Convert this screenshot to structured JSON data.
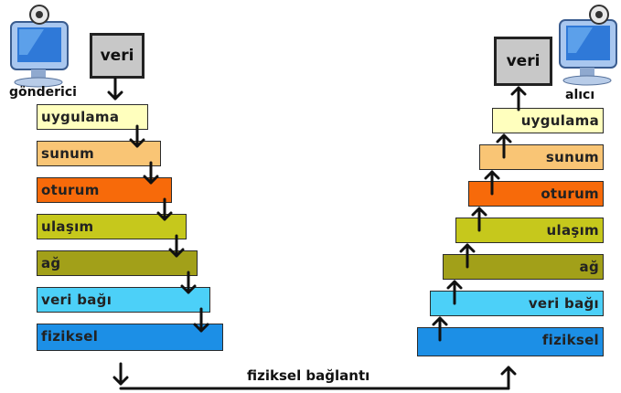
{
  "sender": {
    "label": "gönderici",
    "data_box": "veri",
    "layers": [
      {
        "name": "uygulama",
        "color": "#ffffbe"
      },
      {
        "name": "sunum",
        "color": "#f9c575"
      },
      {
        "name": "oturum",
        "color": "#f76a0a"
      },
      {
        "name": "ulaşım",
        "color": "#c6c81c"
      },
      {
        "name": "ağ",
        "color": "#a2a019"
      },
      {
        "name": "veri bağı",
        "color": "#4cd0f8"
      },
      {
        "name": "fiziksel",
        "color": "#1c8fe6"
      }
    ]
  },
  "receiver": {
    "label": "alıcı",
    "data_box": "veri",
    "layers": [
      {
        "name": "uygulama",
        "color": "#ffffbe"
      },
      {
        "name": "sunum",
        "color": "#f9c575"
      },
      {
        "name": "oturum",
        "color": "#f76a0a"
      },
      {
        "name": "ulaşım",
        "color": "#c6c81c"
      },
      {
        "name": "ağ",
        "color": "#a2a019"
      },
      {
        "name": "veri bağı",
        "color": "#4cd0f8"
      },
      {
        "name": "fiziksel",
        "color": "#1c8fe6"
      }
    ]
  },
  "link": {
    "label": "fiziksel bağlantı"
  },
  "icons": {
    "sender": "computer-monitor-icon",
    "receiver": "computer-monitor-icon"
  }
}
